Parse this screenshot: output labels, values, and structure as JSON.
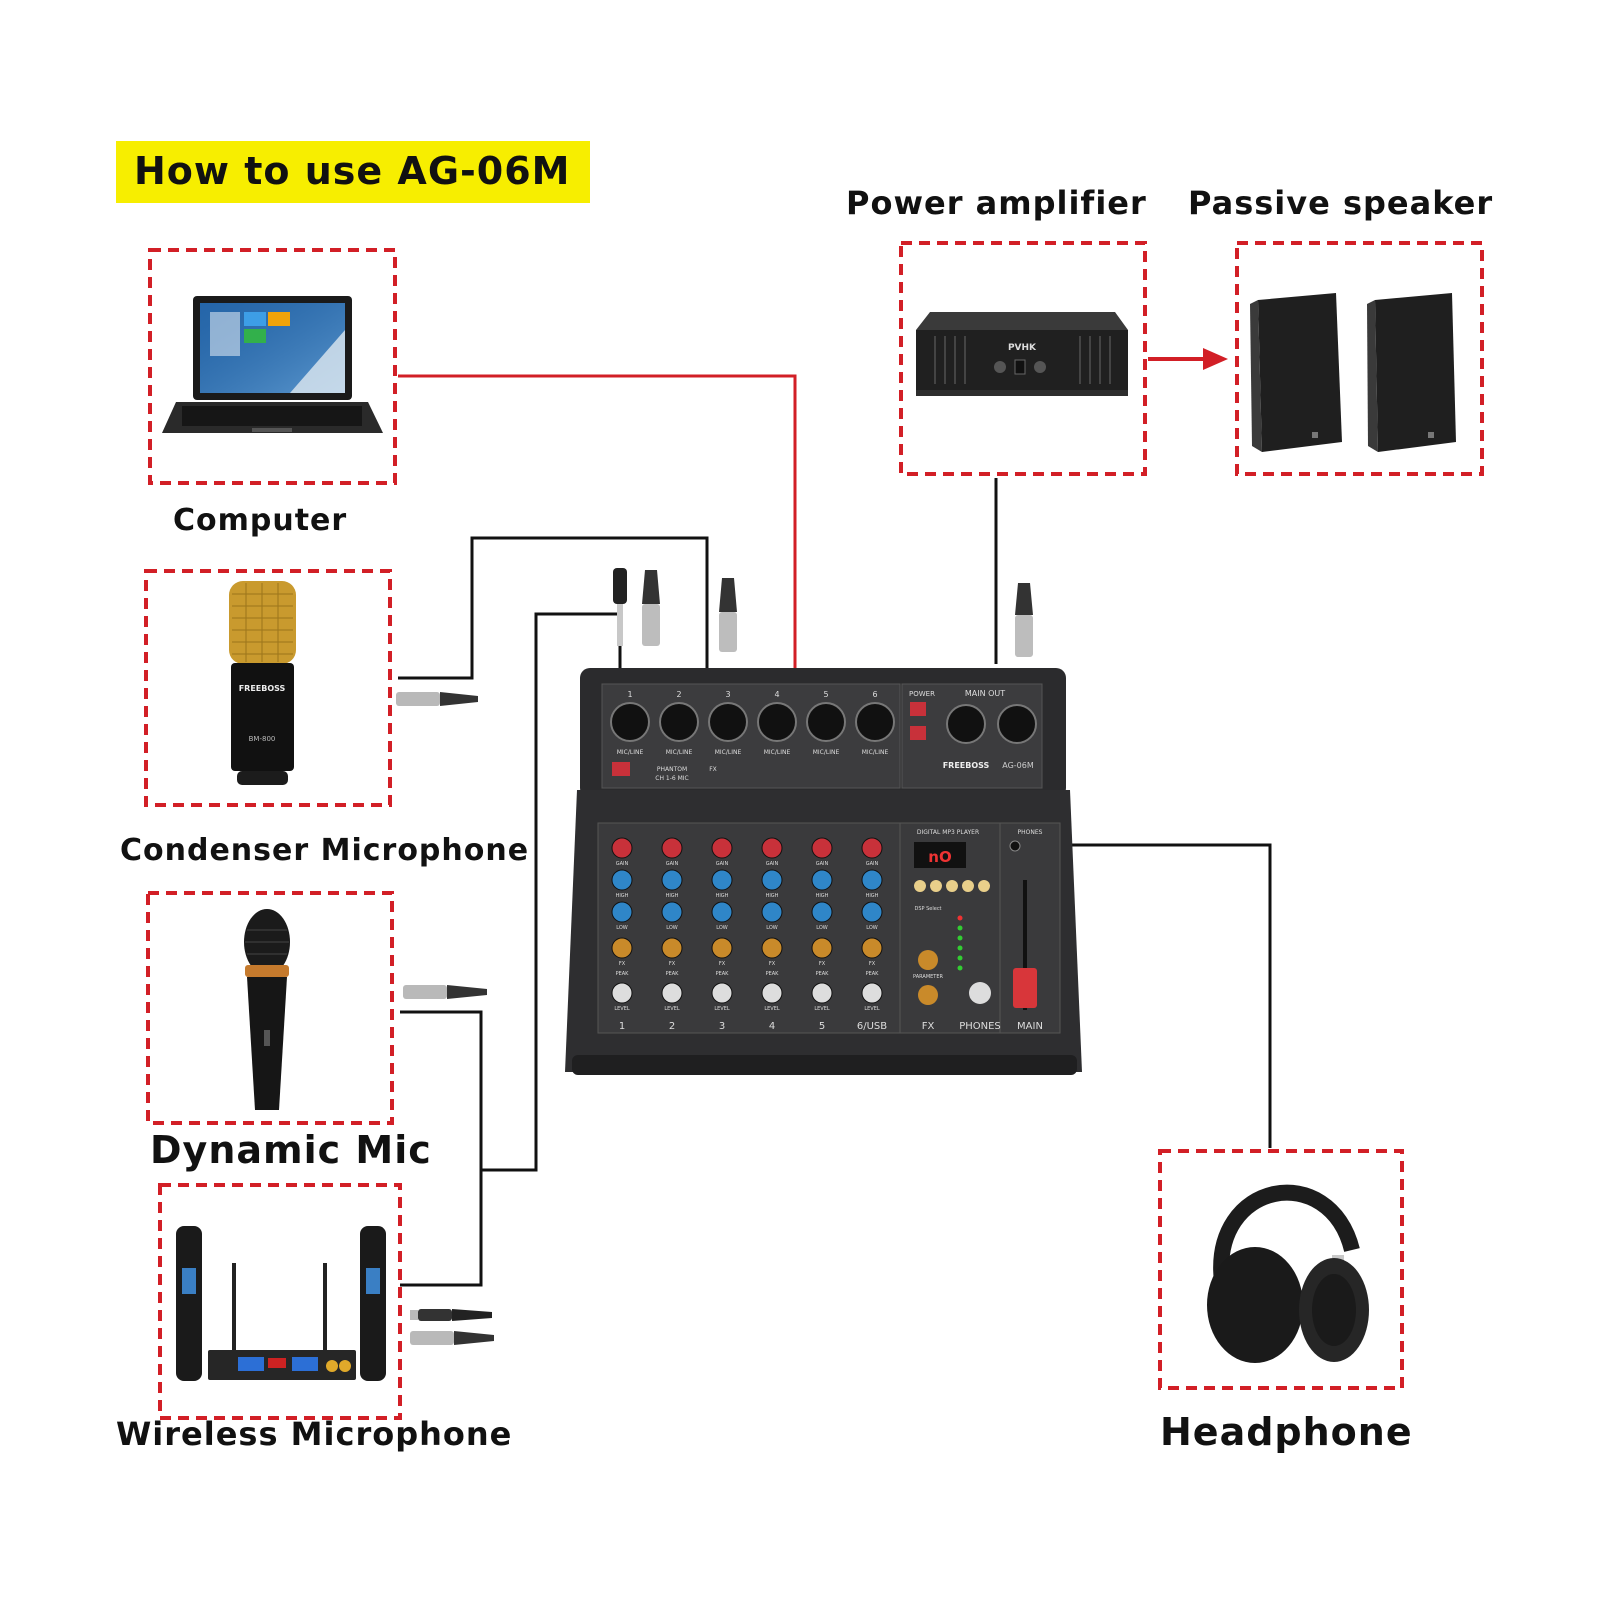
{
  "title": "How to use AG-06M",
  "devices": {
    "computer": "Computer",
    "condenser_mic": "Condenser Microphone",
    "dynamic_mic": "Dynamic Mic",
    "wireless_mic": "Wireless Microphone",
    "power_amp": "Power amplifier",
    "passive_speaker": "Passive speaker",
    "headphone": "Headphone"
  },
  "mixer": {
    "brand": "FREEBOSS",
    "model": "AG-06M",
    "channel_numbers": [
      "1",
      "2",
      "3",
      "4",
      "5",
      "6/USB"
    ],
    "input_numbers": [
      "1",
      "2",
      "3",
      "4",
      "5",
      "6"
    ],
    "input_jack_label": "MIC/LINE",
    "power_label": "POWER",
    "main_out_label": "MAIN OUT",
    "phantom_label": "PHANTOM",
    "phantom_sub": "CH 1-6 MIC",
    "fx_label": "FX",
    "mp3_label": "DIGITAL MP3 PLAYER",
    "mp3_display": "nO",
    "phones_label": "PHONES",
    "main_label": "MAIN",
    "knob_labels": [
      "GAIN",
      "HIGH",
      "LOW",
      "FX",
      "LEVEL"
    ],
    "peak_label": "PEAK",
    "parameter_label": "PARAMETER",
    "dsp_label": "DSP Select"
  },
  "amp_brand": "PVHK",
  "mic_brand": "FREEBOSS",
  "mic_model": "BM-800",
  "colors": {
    "highlight": "#f7ee00",
    "dashed_border": "#d21f26",
    "red_cable": "#d21f26",
    "black_cable": "#111111",
    "mixer_body": "#2b2b2d",
    "gain_knob": "#c8313a",
    "eq_knob": "#2f86c8",
    "fx_knob": "#c98a2a"
  }
}
